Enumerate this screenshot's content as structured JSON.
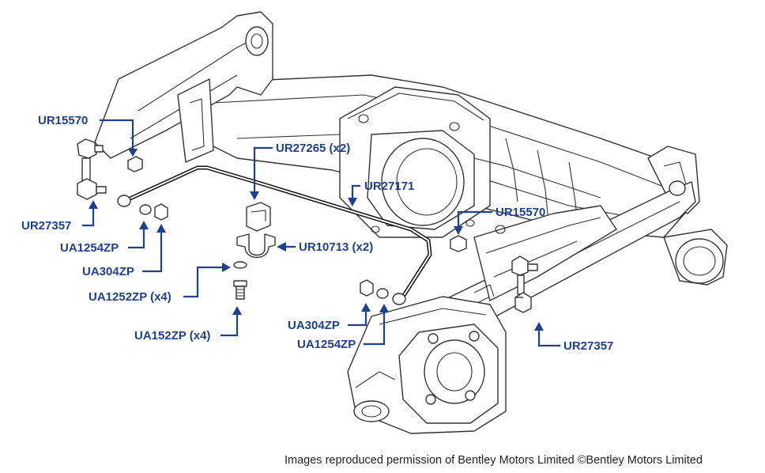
{
  "callouts": {
    "ur15570_left": "UR15570",
    "ur27265": "UR27265 (x2)",
    "ur27171": "UR27171",
    "ur15570_right": "UR15570",
    "ur27357_left": "UR27357",
    "ua1254zp_left": "UA1254ZP",
    "ua304zp_left": "UA304ZP",
    "ur10713": "UR10713 (x2)",
    "ua1252zp": "UA1252ZP (x4)",
    "ua152zp": "UA152ZP (x4)",
    "ua304zp_right": "UA304ZP",
    "ua1254zp_right": "UA1254ZP",
    "ur27357_right": "UR27357"
  },
  "credit": "Images reproduced permission of Bentley Motors Limited ©Bentley Motors Limited",
  "colors": {
    "callout": "#1f3f8f",
    "drawing_line": "#333333",
    "background": "#ffffff"
  }
}
